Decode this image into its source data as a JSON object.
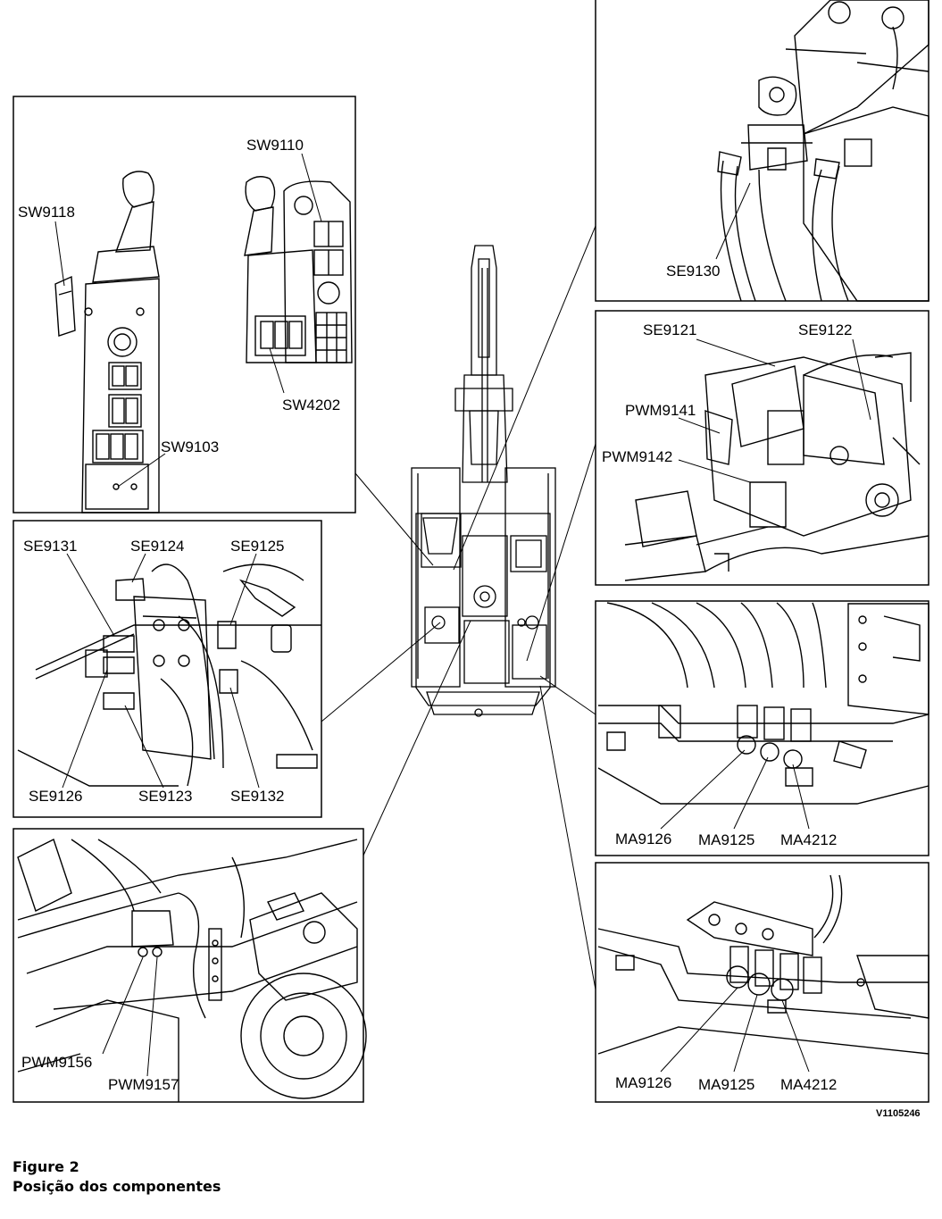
{
  "labels": {
    "sw9110": "SW9110",
    "sw9118": "SW9118",
    "sw4202": "SW4202",
    "sw9103": "SW9103",
    "se9130": "SE9130",
    "se9121": "SE9121",
    "se9122": "SE9122",
    "pwm9141": "PWM9141",
    "pwm9142": "PWM9142",
    "se9131": "SE9131",
    "se9124": "SE9124",
    "se9125": "SE9125",
    "se9126": "SE9126",
    "se9123": "SE9123",
    "se9132": "SE9132",
    "ma9126_a": "MA9126",
    "ma9125_a": "MA9125",
    "ma4212_a": "MA4212",
    "pwm9156": "PWM9156",
    "pwm9157": "PWM9157",
    "ma9126_b": "MA9126",
    "ma9125_b": "MA9125",
    "ma4212_b": "MA4212"
  },
  "image_code": "V1105246",
  "caption": {
    "figure": "Figure 2",
    "title": "Posição dos componentes"
  }
}
